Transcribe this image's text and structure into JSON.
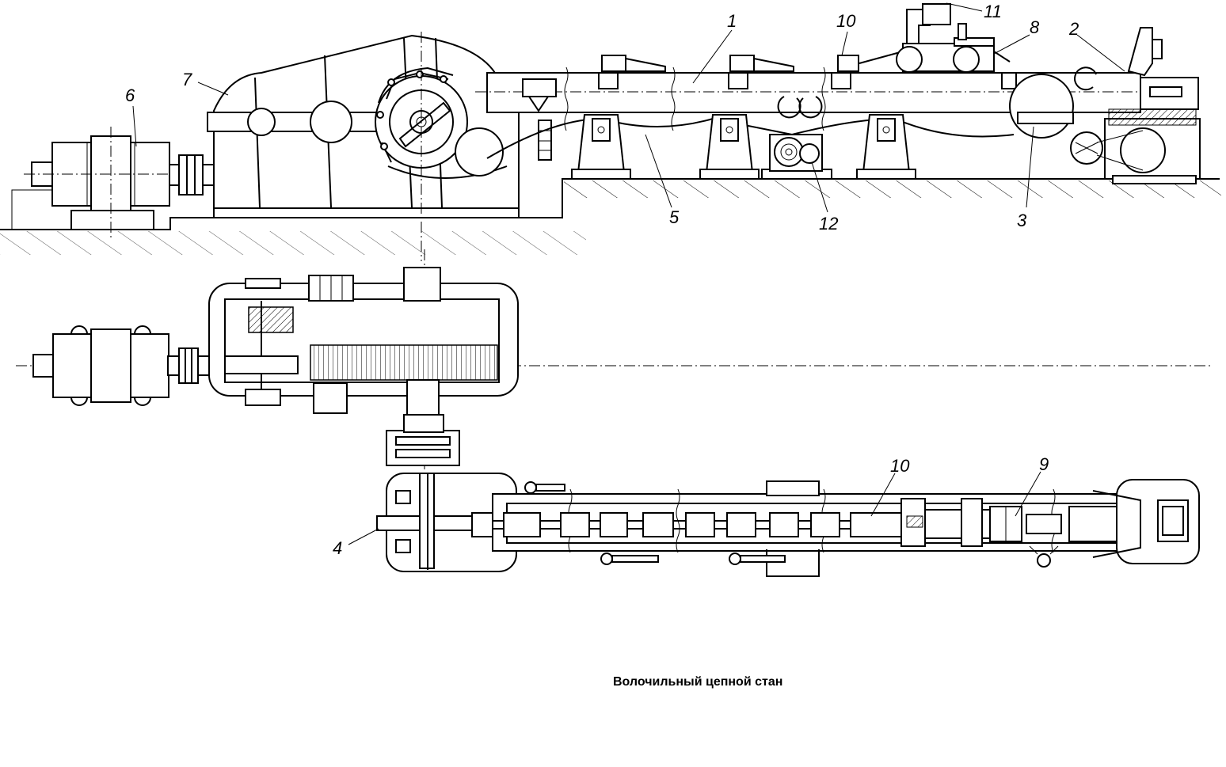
{
  "caption": "Волочильный цепной стан",
  "callouts": {
    "side_view": [
      "1",
      "2",
      "3",
      "5",
      "6",
      "7",
      "8",
      "10",
      "11",
      "12"
    ],
    "plan_view": [
      "4",
      "9",
      "10"
    ]
  }
}
